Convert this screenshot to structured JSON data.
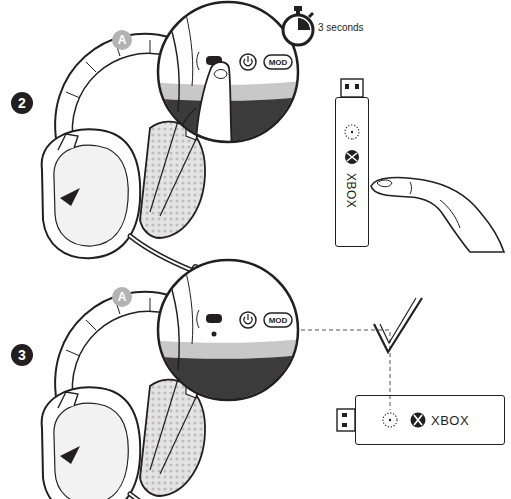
{
  "diagram": {
    "nodes": [
      {
        "text": [
          "2"
        ]
      },
      {
        "text": [
          "A"
        ]
      },
      {
        "text": [
          "XBOX"
        ]
      },
      {
        "text": [
          "3"
        ]
      },
      {
        "text": [
          "A"
        ]
      },
      {
        "text": [
          "XBOX"
        ]
      }
    ],
    "labels": [
      "3 seconds",
      "MOD",
      "MOD"
    ]
  }
}
